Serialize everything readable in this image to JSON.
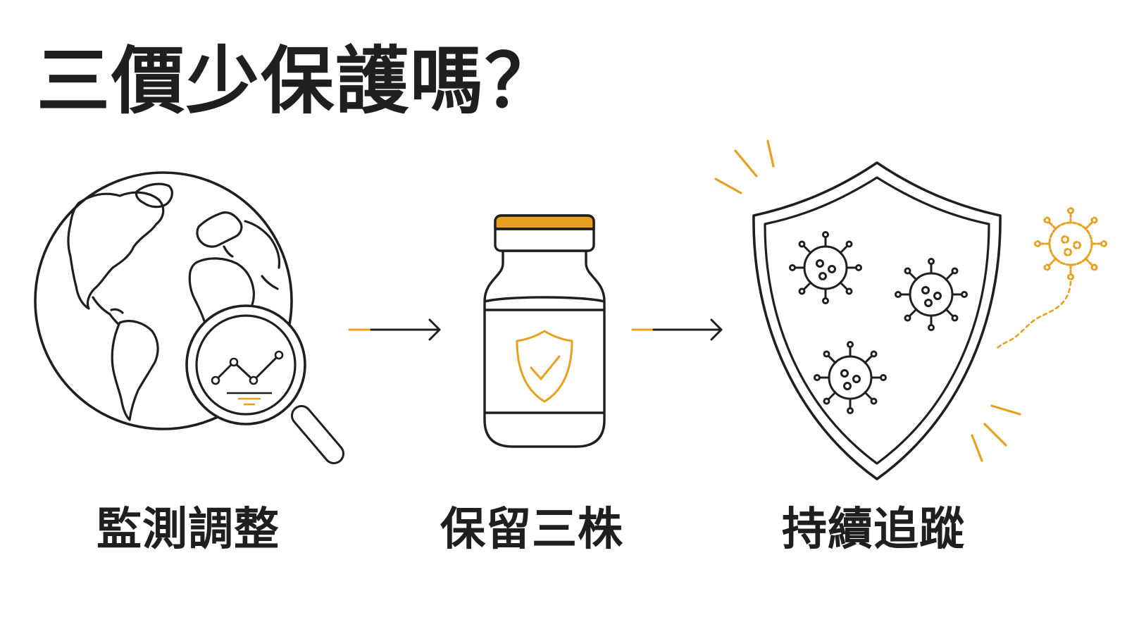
{
  "title": "三價少保護嗎？",
  "steps": [
    {
      "label": "監測調整",
      "icon": "globe-magnifier-icon"
    },
    {
      "label": "保留三株",
      "icon": "vaccine-vial-icon"
    },
    {
      "label": "持續追蹤",
      "icon": "shield-virus-icon"
    }
  ],
  "colors": {
    "ink": "#1f1f1f",
    "accent": "#e8a020",
    "background": "#ffffff"
  }
}
